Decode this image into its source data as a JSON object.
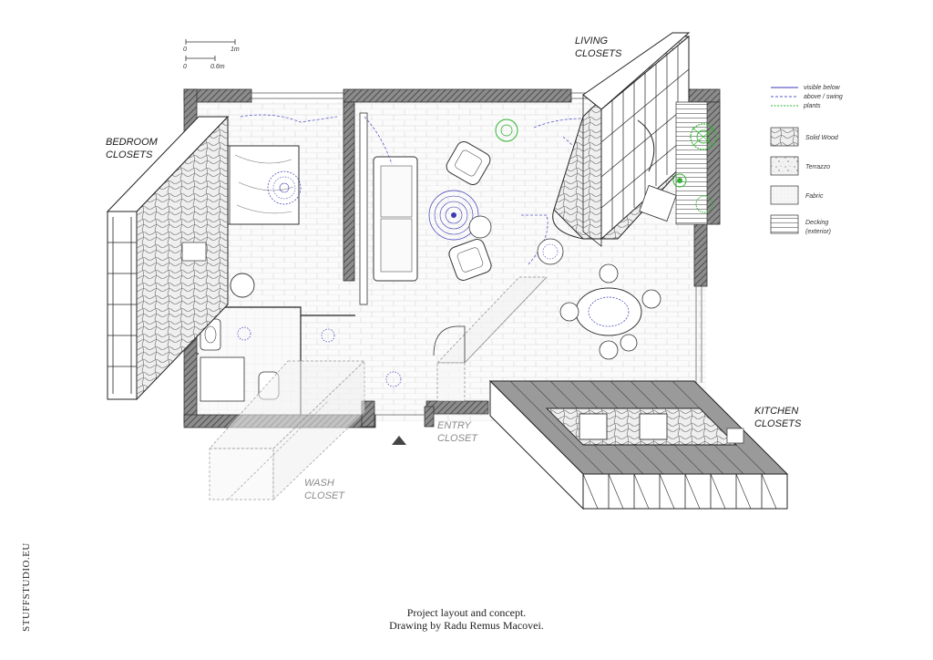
{
  "labels": {
    "bedroom_1": "BEDROOM",
    "bedroom_2": "CLOSETS",
    "living_1": "LIVING",
    "living_2": "CLOSETS",
    "kitchen_1": "KITCHEN",
    "kitchen_2": "CLOSETS",
    "entry_1": "ENTRY",
    "entry_2": "CLOSET",
    "wash_1": "WASH",
    "wash_2": "CLOSET"
  },
  "scale": {
    "top_start": "0",
    "top_end": "1m",
    "bottom_start": "0",
    "bottom_end": "0.6m"
  },
  "legend": {
    "visible_below": "visible below",
    "above_swing": "above / swing",
    "plants": "plants",
    "solid_wood": "Solid Wood",
    "terrazzo": "Terrazzo",
    "fabric": "Fabric",
    "decking_1": "Decking",
    "decking_2": "(exterior)"
  },
  "colors": {
    "visible_below": "#3a3ab8",
    "above_swing": "#5a5acc",
    "plants": "#2fb52f"
  },
  "studio_name": "STUFFSTUDIO.EU",
  "caption": {
    "line1": "Project layout and concept.",
    "line2": "Drawing by Radu Remus Macovei."
  }
}
